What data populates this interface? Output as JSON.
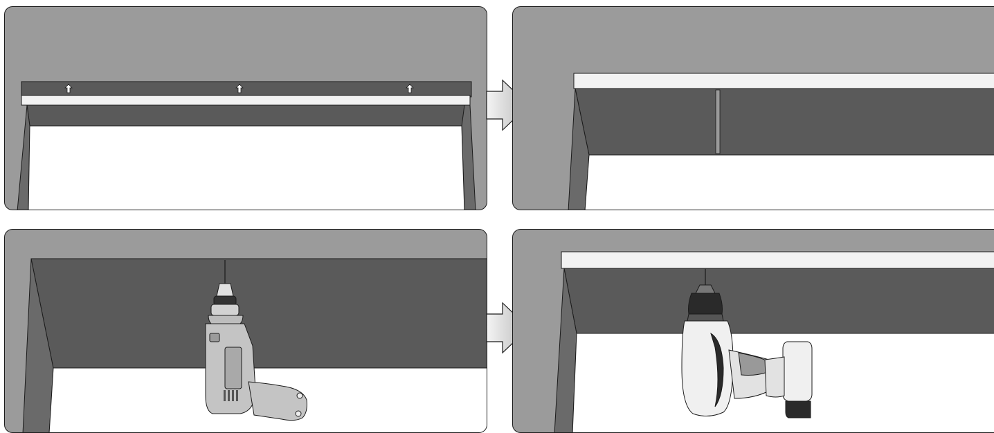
{
  "figure": {
    "steps": [
      {
        "id": "step-1",
        "subject": "rail-lifted-to-ceiling"
      },
      {
        "id": "step-2",
        "subject": "rail-mounted-on-ceiling"
      },
      {
        "id": "step-3",
        "subject": "corded-drill-ceiling"
      },
      {
        "id": "step-4",
        "subject": "cordless-drill-rail"
      }
    ],
    "colors": {
      "wall": "#9b9b9b",
      "ceiling_recess": "#5a5a5a",
      "side_jamb": "#6a6a6a",
      "rail": "#f2f2f2",
      "opening": "#ffffff",
      "outline": "#1b1b1b",
      "arrow_fill_light": "#f4f4f4",
      "arrow_fill_dark": "#b9b9b9"
    },
    "icons": [
      "up-arrow-icon",
      "right-arrow-icon",
      "corded-drill-icon",
      "cordless-drill-icon"
    ]
  }
}
